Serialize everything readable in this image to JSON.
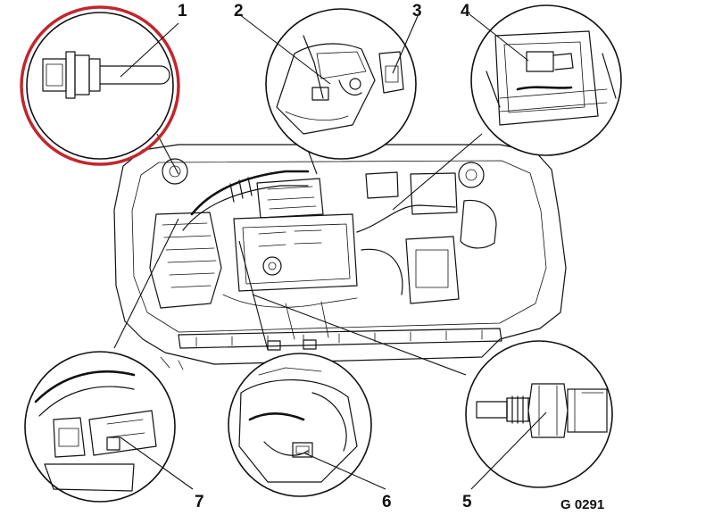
{
  "figure_id": "G 0291",
  "callouts": [
    {
      "number": "1",
      "highlighted": true
    },
    {
      "number": "2",
      "highlighted": false
    },
    {
      "number": "3",
      "highlighted": false
    },
    {
      "number": "4",
      "highlighted": false
    },
    {
      "number": "5",
      "highlighted": false
    },
    {
      "number": "6",
      "highlighted": false
    },
    {
      "number": "7",
      "highlighted": false
    }
  ],
  "colors": {
    "line": "#111111",
    "highlight_ring": "#c1272d",
    "background": "#ffffff"
  }
}
